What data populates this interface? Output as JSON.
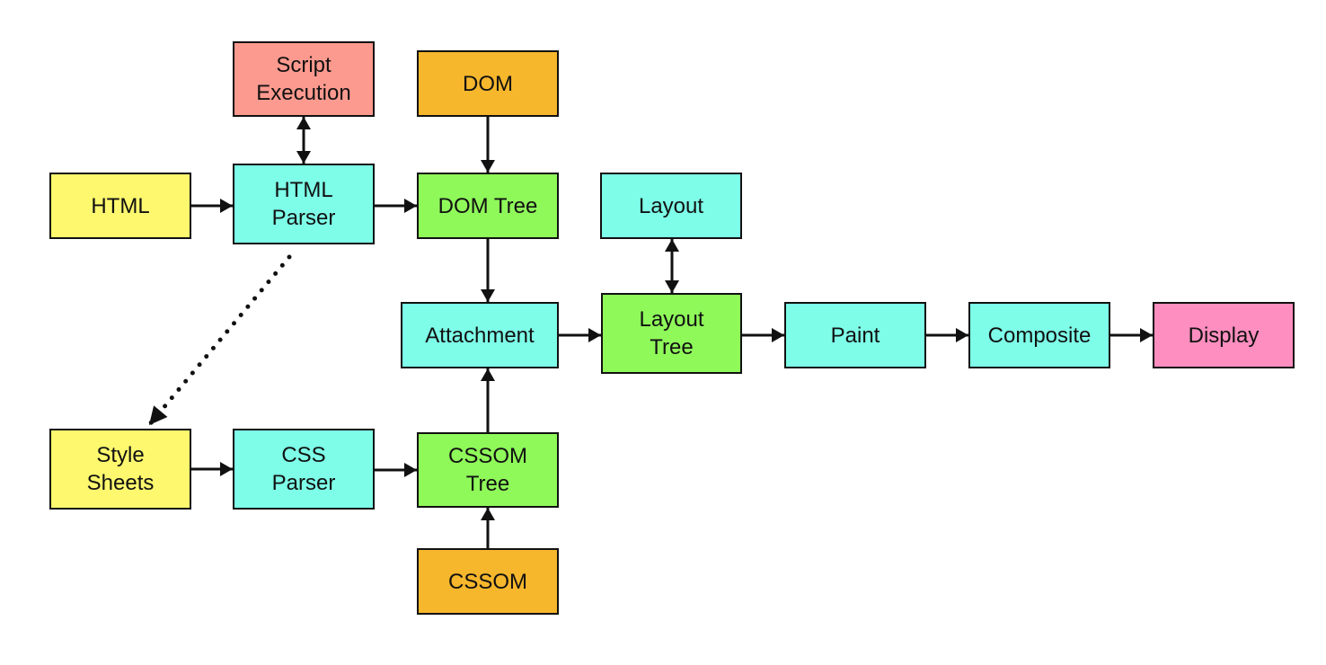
{
  "diagram": {
    "title": "Browser rendering pipeline",
    "colors": {
      "yellow": "#fdf86e",
      "cyan": "#7efde8",
      "green": "#8ff95a",
      "orange": "#f6b72d",
      "salmon": "#fd9a8f",
      "pink": "#fd8ebf",
      "edge": "#111111"
    },
    "nodes": [
      {
        "id": "script-execution",
        "label": "Script\nExecution",
        "color": "salmon"
      },
      {
        "id": "dom",
        "label": "DOM",
        "color": "orange"
      },
      {
        "id": "html",
        "label": "HTML",
        "color": "yellow"
      },
      {
        "id": "html-parser",
        "label": "HTML\nParser",
        "color": "cyan"
      },
      {
        "id": "dom-tree",
        "label": "DOM Tree",
        "color": "green"
      },
      {
        "id": "layout",
        "label": "Layout",
        "color": "cyan"
      },
      {
        "id": "attachment",
        "label": "Attachment",
        "color": "cyan"
      },
      {
        "id": "layout-tree",
        "label": "Layout\nTree",
        "color": "green"
      },
      {
        "id": "paint",
        "label": "Paint",
        "color": "cyan"
      },
      {
        "id": "composite",
        "label": "Composite",
        "color": "cyan"
      },
      {
        "id": "display",
        "label": "Display",
        "color": "pink"
      },
      {
        "id": "style-sheets",
        "label": "Style\nSheets",
        "color": "yellow"
      },
      {
        "id": "css-parser",
        "label": "CSS\nParser",
        "color": "cyan"
      },
      {
        "id": "cssom-tree",
        "label": "CSSOM\nTree",
        "color": "green"
      },
      {
        "id": "cssom",
        "label": "CSSOM",
        "color": "orange"
      }
    ],
    "edges": [
      {
        "from": "html",
        "to": "html-parser",
        "style": "solid",
        "direction": "forward"
      },
      {
        "from": "html-parser",
        "to": "script-execution",
        "style": "solid",
        "direction": "both"
      },
      {
        "from": "html-parser",
        "to": "dom-tree",
        "style": "solid",
        "direction": "forward"
      },
      {
        "from": "dom",
        "to": "dom-tree",
        "style": "solid",
        "direction": "forward"
      },
      {
        "from": "dom-tree",
        "to": "attachment",
        "style": "solid",
        "direction": "forward"
      },
      {
        "from": "html-parser",
        "to": "style-sheets",
        "style": "dotted",
        "direction": "forward"
      },
      {
        "from": "style-sheets",
        "to": "css-parser",
        "style": "solid",
        "direction": "forward"
      },
      {
        "from": "css-parser",
        "to": "cssom-tree",
        "style": "solid",
        "direction": "forward"
      },
      {
        "from": "cssom",
        "to": "cssom-tree",
        "style": "solid",
        "direction": "forward"
      },
      {
        "from": "cssom-tree",
        "to": "attachment",
        "style": "solid",
        "direction": "forward"
      },
      {
        "from": "attachment",
        "to": "layout-tree",
        "style": "solid",
        "direction": "forward"
      },
      {
        "from": "layout-tree",
        "to": "layout",
        "style": "solid",
        "direction": "both"
      },
      {
        "from": "layout-tree",
        "to": "paint",
        "style": "solid",
        "direction": "forward"
      },
      {
        "from": "paint",
        "to": "composite",
        "style": "solid",
        "direction": "forward"
      },
      {
        "from": "composite",
        "to": "display",
        "style": "solid",
        "direction": "forward"
      }
    ]
  }
}
